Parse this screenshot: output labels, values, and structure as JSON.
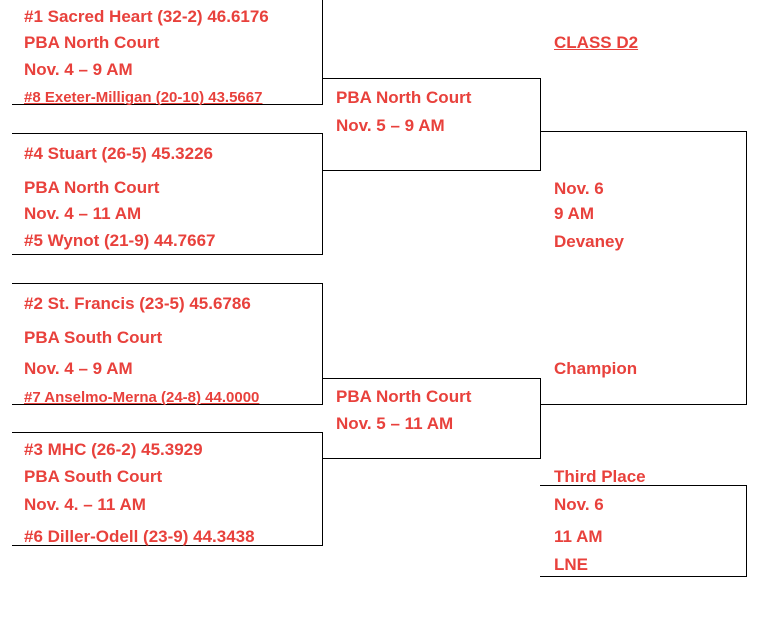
{
  "title": "CLASS D2",
  "quarterfinals": [
    {
      "top_team": "#1 Sacred Heart (32-2) 46.6176",
      "court": "PBA North Court",
      "time": "Nov. 4 – 9 AM",
      "bottom_team": "#8 Exeter-Milligan (20-10) 43.5667"
    },
    {
      "top_team": "#4 Stuart (26-5) 45.3226",
      "court": "PBA North Court",
      "time": "Nov. 4 – 11 AM",
      "bottom_team": "#5 Wynot (21-9) 44.7667"
    },
    {
      "top_team": "#2 St. Francis (23-5) 45.6786",
      "court": "PBA South Court",
      "time": "Nov. 4 – 9 AM",
      "bottom_team": "#7 Anselmo-Merna (24-8) 44.0000"
    },
    {
      "top_team": "#3 MHC (26-2) 45.3929",
      "court": "PBA South Court",
      "time": "Nov. 4. – 11 AM",
      "bottom_team": "#6 Diller-Odell (23-9) 44.3438"
    }
  ],
  "semifinals": [
    {
      "court": "PBA North Court",
      "time": "Nov. 5 – 9 AM"
    },
    {
      "court": "PBA North Court",
      "time": "Nov. 5 – 11 AM"
    }
  ],
  "final": {
    "date": "Nov. 6",
    "time": "9 AM",
    "venue": "Devaney",
    "label": "Champion"
  },
  "third_place": {
    "label": "Third Place",
    "date": "Nov. 6",
    "time": "11 AM",
    "venue": "LNE"
  },
  "colors": {
    "text": "#e8413c",
    "lines": "#000000"
  }
}
